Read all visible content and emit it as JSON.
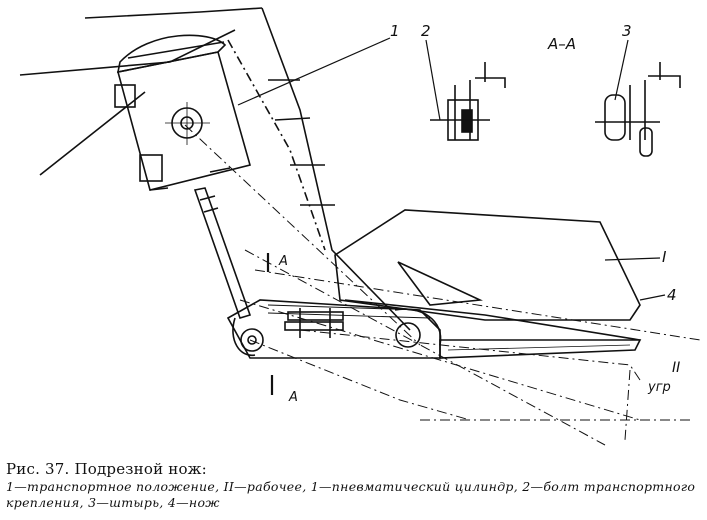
{
  "figure": {
    "labels": {
      "callout_1": "1",
      "callout_2": "2",
      "callout_3": "3",
      "callout_4": "4",
      "position_I": "I",
      "position_II": "II",
      "section": "A–A",
      "section_mark_top": "A",
      "section_mark_bottom": "A",
      "angle": "угр"
    }
  },
  "caption": {
    "title": "Рис. 37. Подрезной нож:",
    "legend": "1—транспортное положение, II—рабочее, 1—пневматический цилиндр, 2—болт транспортного крепления, 3—штырь, 4—нож"
  }
}
